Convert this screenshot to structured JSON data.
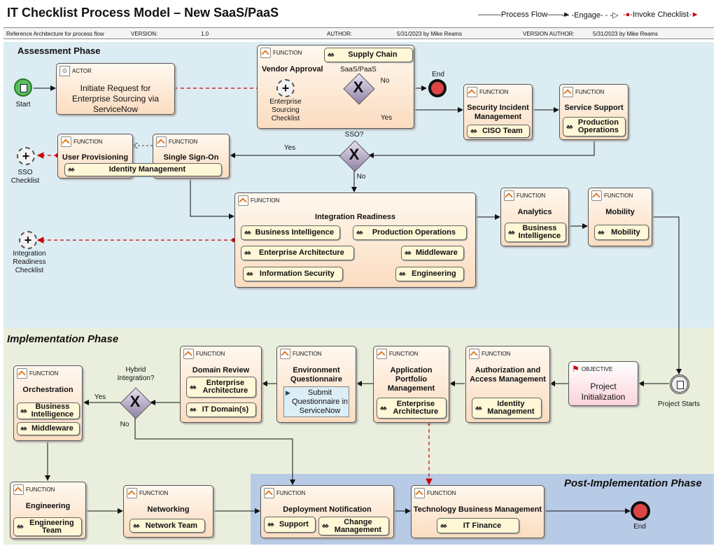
{
  "title": "IT Checklist Process Model – New SaaS/PaaS",
  "legend": {
    "flow": "Process Flow",
    "engage": "Engage",
    "invoke": "Invoke Checklist"
  },
  "header": {
    "ref": "Reference Architecture for process flow",
    "version_label": "VERSION:",
    "version": "1.0",
    "author_label": "AUTHOR:",
    "author": "5/31/2023 by Mike Reams",
    "vauthor_label": "VERSION AUTHOR:",
    "vauthor": "5/31/2023 by Mike Reams"
  },
  "phases": {
    "assessment": "Assessment Phase",
    "implementation": "Implementation Phase",
    "post": "Post-Implementation Phase"
  },
  "type": {
    "function": "FUNCTION",
    "actor": "ACTOR",
    "objective": "OBJECTIVE"
  },
  "events": {
    "start": "Start",
    "end": "End",
    "end2": "End",
    "project_starts": "Project Starts"
  },
  "checklists": {
    "enterprise": "Enterprise Sourcing Checklist",
    "sso": "SSO Checklist",
    "integration": "Integration Readiness Checklist"
  },
  "gateways": {
    "saas": "SaaS/PaaS",
    "no1": "No",
    "yes1": "Yes",
    "sso": "SSO?",
    "yes2": "Yes",
    "no2": "No",
    "hybrid": "Hybrid Integration?",
    "yes3": "Yes",
    "no3": "No"
  },
  "actor": {
    "title": "Initiate Request for Enterprise Sourcing via ServiceNow"
  },
  "functions": {
    "vendor": {
      "title": "Vendor Approval",
      "tag": "Supply Chain"
    },
    "security": {
      "title": "Security Incident Management",
      "tag": "CISO Team"
    },
    "service": {
      "title": "Service Support",
      "tag": "Production Operations"
    },
    "provisioning": {
      "title": "User Provisioning"
    },
    "sso": {
      "title": "Single Sign-On",
      "tag": "Identity Management"
    },
    "integration": {
      "title": "Integration Readiness",
      "tags": [
        "Business Intelligence",
        "Production Operations",
        "Enterprise Architecture",
        "Middleware",
        "Information Security",
        "Engineering"
      ]
    },
    "analytics": {
      "title": "Analytics",
      "tag": "Business Intelligence"
    },
    "mobility": {
      "title": "Mobility",
      "tag": "Mobility"
    },
    "orchestration": {
      "title": "Orchestration",
      "tags": [
        "Business Intelligence",
        "Middleware"
      ]
    },
    "domain": {
      "title": "Domain Review",
      "tags": [
        "Enterprise Architecture",
        "IT Domain(s)"
      ]
    },
    "env": {
      "title": "Environment Questionnaire",
      "doc": "Submit Questionnaire in ServiceNow"
    },
    "apm": {
      "title": "Application Portfolio Management",
      "tag": "Enterprise Architecture"
    },
    "auth": {
      "title": "Authorization and Access Management",
      "tag": "Identity Management"
    },
    "objective": {
      "title": "Project Initialization"
    },
    "engineering": {
      "title": "Engineering",
      "tag": "Engineering Team"
    },
    "networking": {
      "title": "Networking",
      "tag": "Network Team"
    },
    "deploy": {
      "title": "Deployment Notification",
      "tags": [
        "Support",
        "Change Management"
      ]
    },
    "tbm": {
      "title": "Technology Business Management",
      "tag": "IT Finance"
    }
  }
}
